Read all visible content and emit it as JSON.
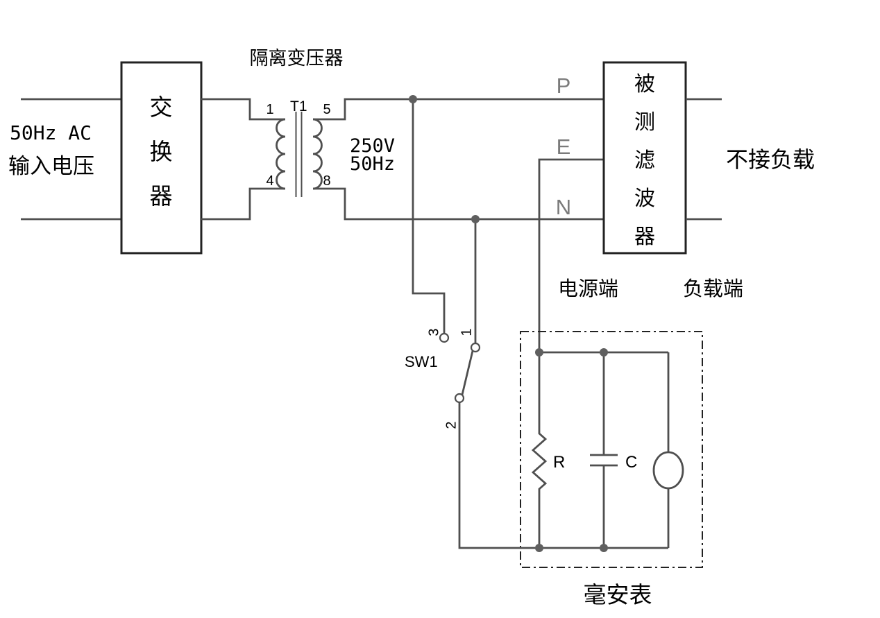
{
  "colors": {
    "wire": "#4f4f4f",
    "outline": "#222222",
    "text": "#000000",
    "terminal": "#7b7b7b",
    "junction": "#5f5f5f"
  },
  "source": {
    "line1": "50Hz AC",
    "line2": "输入电压"
  },
  "converter": {
    "chars": [
      "交",
      "换",
      "器"
    ]
  },
  "transformer": {
    "title": "隔离变压器",
    "ref": "T1",
    "pins": {
      "p1": "1",
      "p4": "4",
      "p5": "5",
      "p8": "8"
    },
    "secondary": {
      "line1": "250V",
      "line2": "50Hz"
    }
  },
  "filter": {
    "chars": [
      "被",
      "测",
      "滤",
      "波",
      "器"
    ],
    "terminals": {
      "p": "P",
      "e": "E",
      "n": "N"
    },
    "no_load": "不接负载",
    "supply_end": "电源端",
    "load_end": "负载端"
  },
  "switch": {
    "ref": "SW1",
    "contacts": {
      "c3": "3",
      "c1": "1",
      "c2": "2"
    }
  },
  "meter_box": {
    "resistor": "R",
    "capacitor": "C",
    "label": "毫安表"
  }
}
